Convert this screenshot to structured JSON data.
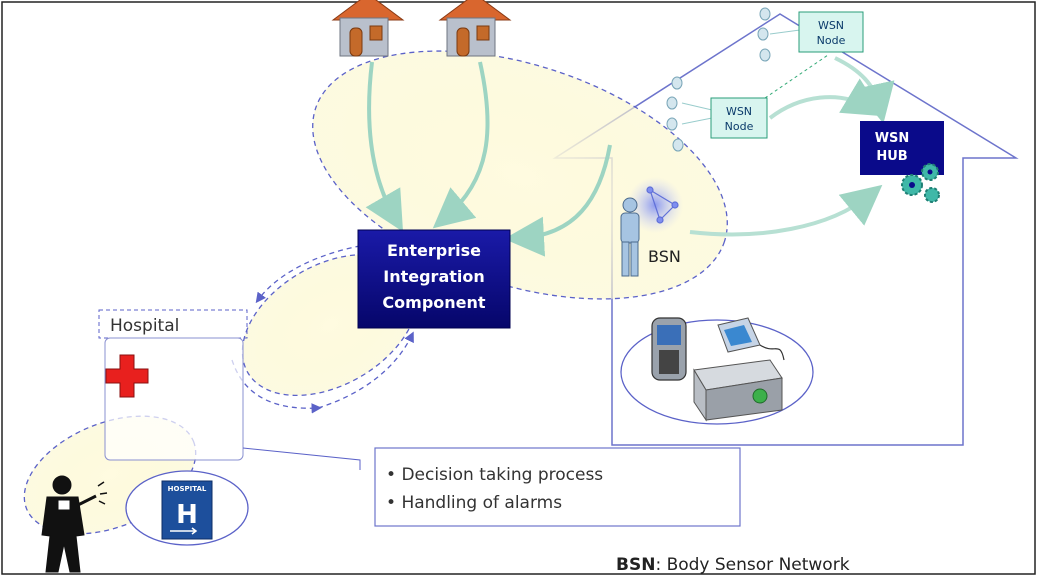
{
  "eic": {
    "line1": "Enterprise",
    "line2": "Integration",
    "line3": "Component"
  },
  "wsn_node_1": {
    "line1": "WSN",
    "line2": "Node"
  },
  "wsn_node_2": {
    "line1": "WSN",
    "line2": "Node"
  },
  "wsn_hub": {
    "line1": "WSN",
    "line2": "HUB"
  },
  "bsn_label": "BSN",
  "hospital_label": "Hospital",
  "hospital_sign": {
    "top": "HOSPITAL",
    "letter": "H"
  },
  "decision_box": {
    "items": [
      "Decision taking process",
      "Handling of alarms"
    ]
  },
  "legend": {
    "abbr": "BSN",
    "text": ": Body Sensor Network"
  },
  "colors": {
    "navy": "#0a0a8a",
    "node_fill": "#d8f5ef",
    "arrow_green": "#9dd4c2",
    "outline_blue": "#5b62c8",
    "ellipse_fill": "#fbf8d8",
    "roof": "#d9662e",
    "cross_red": "#e8201e"
  }
}
